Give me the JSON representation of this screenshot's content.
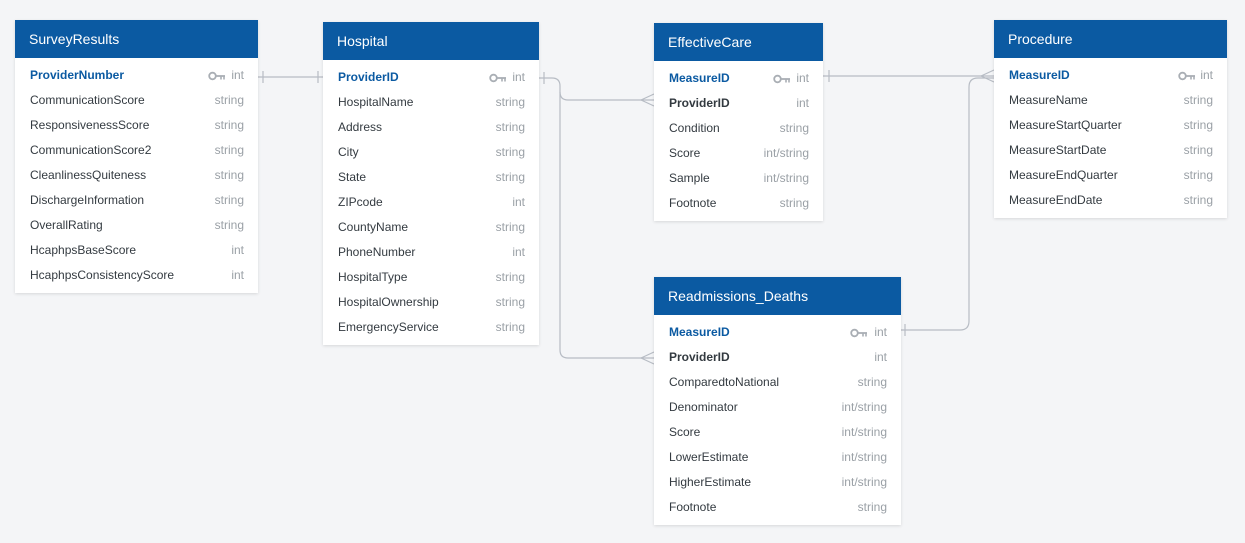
{
  "colors": {
    "header": "#0b5aa2",
    "primary_key": "#0b5aa2",
    "connector": "#b7bcc4",
    "type_text": "#9aa0a6"
  },
  "tables": [
    {
      "name": "SurveyResults",
      "fields": [
        {
          "name": "ProviderNumber",
          "type": "int",
          "role": "pk"
        },
        {
          "name": "CommunicationScore",
          "type": "string"
        },
        {
          "name": "ResponsivenessScore",
          "type": "string"
        },
        {
          "name": "CommunicationScore2",
          "type": "string"
        },
        {
          "name": "CleanlinessQuiteness",
          "type": "string"
        },
        {
          "name": "DischargeInformation",
          "type": "string"
        },
        {
          "name": "OverallRating",
          "type": "string"
        },
        {
          "name": "HcaphpsBaseScore",
          "type": "int"
        },
        {
          "name": "HcaphpsConsistencyScore",
          "type": "int"
        }
      ]
    },
    {
      "name": "Hospital",
      "fields": [
        {
          "name": "ProviderID",
          "type": "int",
          "role": "pk"
        },
        {
          "name": "HospitalName",
          "type": "string"
        },
        {
          "name": "Address",
          "type": "string"
        },
        {
          "name": "City",
          "type": "string"
        },
        {
          "name": "State",
          "type": "string"
        },
        {
          "name": "ZIPcode",
          "type": "int"
        },
        {
          "name": "CountyName",
          "type": "string"
        },
        {
          "name": "PhoneNumber",
          "type": "int"
        },
        {
          "name": "HospitalType",
          "type": "string"
        },
        {
          "name": "HospitalOwnership",
          "type": "string"
        },
        {
          "name": "EmergencyService",
          "type": "string"
        }
      ]
    },
    {
      "name": "EffectiveCare",
      "fields": [
        {
          "name": "MeasureID",
          "type": "int",
          "role": "pk"
        },
        {
          "name": "ProviderID",
          "type": "int",
          "role": "fk"
        },
        {
          "name": "Condition",
          "type": "string"
        },
        {
          "name": "Score",
          "type": "int/string"
        },
        {
          "name": "Sample",
          "type": "int/string"
        },
        {
          "name": "Footnote",
          "type": "string"
        }
      ]
    },
    {
      "name": "Procedure",
      "fields": [
        {
          "name": "MeasureID",
          "type": "int",
          "role": "pk"
        },
        {
          "name": "MeasureName",
          "type": "string"
        },
        {
          "name": "MeasureStartQuarter",
          "type": "string"
        },
        {
          "name": "MeasureStartDate",
          "type": "string"
        },
        {
          "name": "MeasureEndQuarter",
          "type": "string"
        },
        {
          "name": "MeasureEndDate",
          "type": "string"
        }
      ]
    },
    {
      "name": "Readmissions_Deaths",
      "fields": [
        {
          "name": "MeasureID",
          "type": "int",
          "role": "pk"
        },
        {
          "name": "ProviderID",
          "type": "int",
          "role": "fk"
        },
        {
          "name": "ComparedtoNational",
          "type": "string"
        },
        {
          "name": "Denominator",
          "type": "int/string"
        },
        {
          "name": "Score",
          "type": "int/string"
        },
        {
          "name": "LowerEstimate",
          "type": "int/string"
        },
        {
          "name": "HigherEstimate",
          "type": "int/string"
        },
        {
          "name": "Footnote",
          "type": "string"
        }
      ]
    }
  ]
}
